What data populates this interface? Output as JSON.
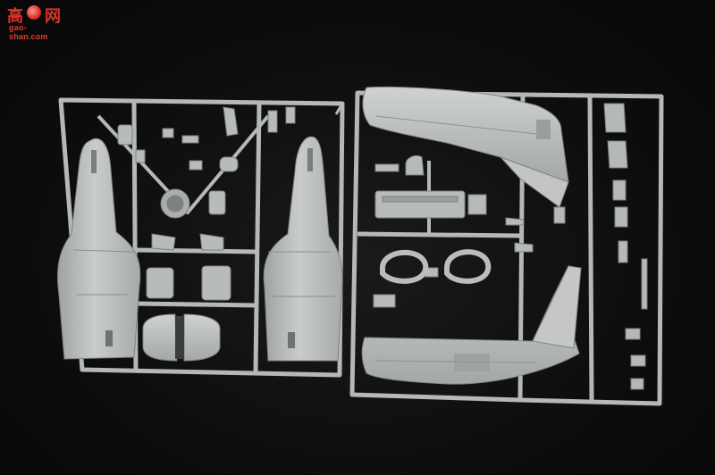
{
  "photo": {
    "subject": "plastic model kit sprues",
    "colors": {
      "background": "#0b0b0b",
      "plastic": "#b9bdbc",
      "plastic_shade": "#8f9392",
      "plastic_light": "#d3d6d5",
      "watermark_red": "#d9332a"
    }
  },
  "watermark": {
    "brand_cn_left": "高",
    "brand_cn_right": "网",
    "url": "gao-shan.com"
  }
}
